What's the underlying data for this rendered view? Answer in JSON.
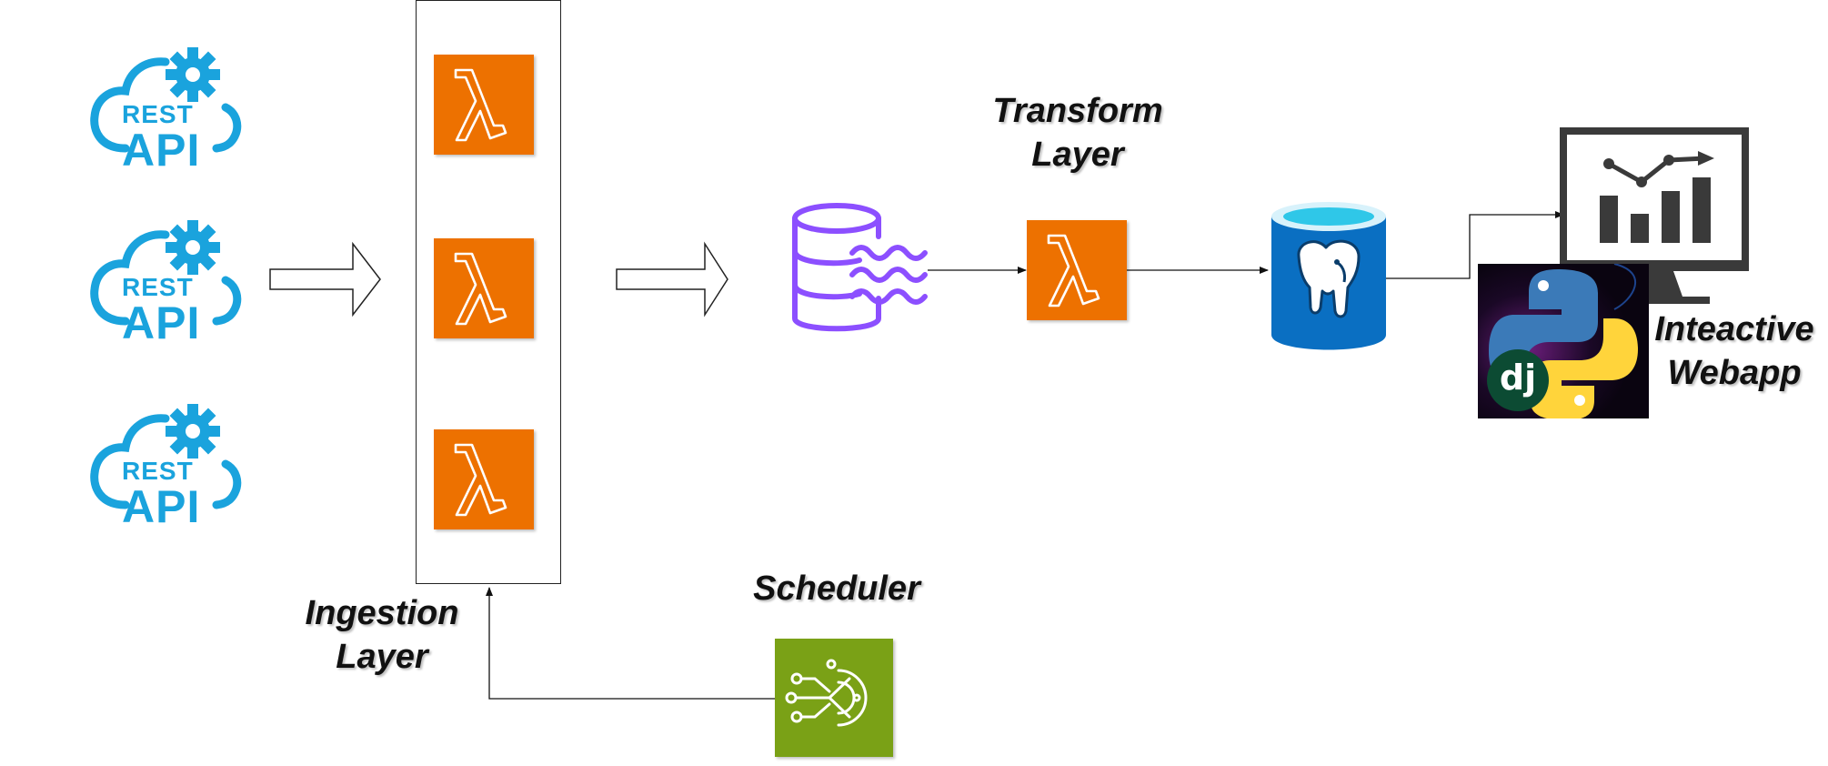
{
  "sources": [
    {
      "rest": "REST",
      "api": "API"
    },
    {
      "rest": "REST",
      "api": "API"
    },
    {
      "rest": "REST",
      "api": "API"
    }
  ],
  "labels": {
    "ingestion": [
      "Ingestion",
      "Layer"
    ],
    "transform": [
      "Transform",
      "Layer"
    ],
    "scheduler": "Scheduler",
    "webapp": [
      "Inteactive",
      "Webapp"
    ]
  },
  "webapp_logo_text": "dj",
  "colors": {
    "api_blue": "#1aa3dd",
    "lambda_orange": "#ed7100",
    "scheduler_green": "#7aa116",
    "stream_purple": "#8c4fff",
    "postgres_blue": "#0a6fc2",
    "postgres_cyan": "#2fc7e8",
    "monitor_gray": "#3a3a3a"
  },
  "icons": {
    "source": "rest-api-cloud-icon",
    "lambda": "aws-lambda-icon",
    "stream": "kinesis-stream-icon",
    "database": "postgresql-icon",
    "dashboard": "dashboard-monitor-icon",
    "scheduler": "eventbridge-scheduler-icon",
    "django": "django-logo",
    "python": "python-logo"
  }
}
